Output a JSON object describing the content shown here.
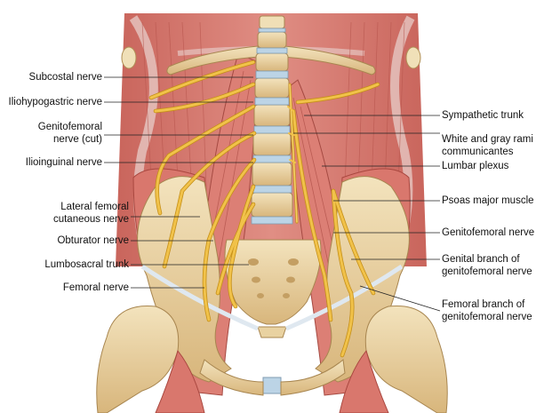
{
  "labels": {
    "left": [
      {
        "text": "Subcostal nerve"
      },
      {
        "text": "Iliohypogastric nerve"
      },
      {
        "text": "Genitofemoral\nnerve (cut)"
      },
      {
        "text": "Ilioinguinal nerve"
      },
      {
        "text": "Lateral femoral\ncutaneous nerve"
      },
      {
        "text": "Obturator nerve"
      },
      {
        "text": "Lumbosacral trunk"
      },
      {
        "text": "Femoral nerve"
      }
    ],
    "right": [
      {
        "text": "Sympathetic trunk"
      },
      {
        "text": "White and gray rami\ncommunicantes"
      },
      {
        "text": "Lumbar plexus"
      },
      {
        "text": "Psoas major muscle"
      },
      {
        "text": "Genitofemoral nerve"
      },
      {
        "text": "Genital branch of\ngenitofemoral nerve"
      },
      {
        "text": "Femoral branch of\ngenitofemoral nerve"
      }
    ]
  },
  "colors": {
    "muscle": "#d97a70",
    "muscle_dark": "#b9574e",
    "bone": "#ecd7a8",
    "bone_shade": "#cfae73",
    "nerve": "#f1c24a",
    "nerve_edge": "#c58f17",
    "leader": "#222222"
  }
}
